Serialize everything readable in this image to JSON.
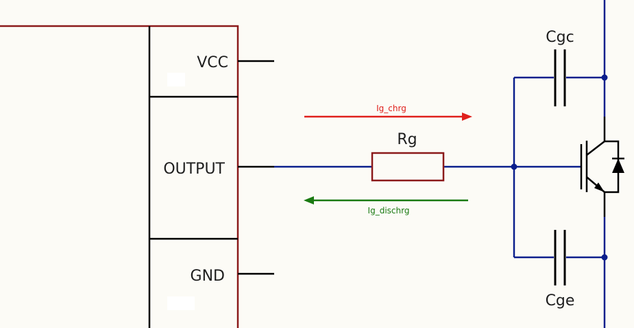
{
  "driver": {
    "pins": {
      "vcc": "VCC",
      "output": "OUTPUT",
      "gnd": "GND"
    }
  },
  "components": {
    "gate_resistor": "Rg",
    "cap_gate_collector": "Cgc",
    "cap_gate_emitter": "Cge"
  },
  "currents": {
    "charge": "Ig_chrg",
    "discharge": "Ig_dischrg"
  },
  "colors": {
    "background": "#fcfbf6",
    "component_outline": "#8b1a1a",
    "wire": "#0a1e8c",
    "pin_line": "#000000",
    "charge_arrow": "#e0201c",
    "discharge_arrow": "#1a7a12",
    "junction": "#0a1e8c"
  },
  "icons": {
    "transistor": "igbt-with-freewheeling-diode-icon",
    "resistor": "resistor-icon",
    "capacitor": "capacitor-icon"
  }
}
